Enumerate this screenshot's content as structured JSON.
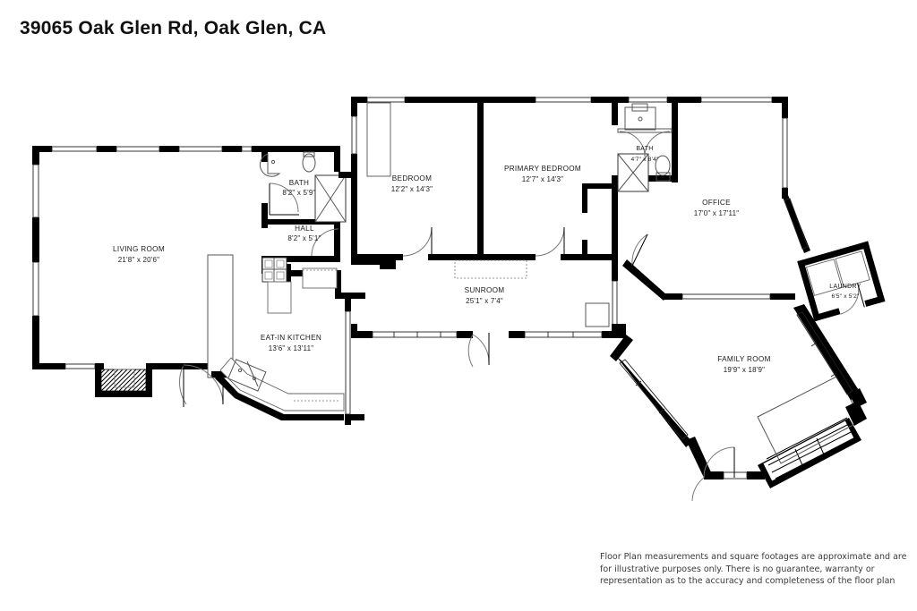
{
  "header": {
    "title": "39065 Oak Glen Rd, Oak Glen, CA"
  },
  "disclaimer": {
    "text": "Floor Plan measurements and square footages are approximate and are for illustrative purposes only. There is no guarantee, warranty or representation as to the accuracy and completeness of the floor plan"
  },
  "floor_plan": {
    "type": "residential-floor-plan",
    "units": "feet-inches",
    "wall_color": "#000000",
    "background_color": "#ffffff",
    "rooms": [
      {
        "id": "living-room",
        "label": "LIVING ROOM",
        "dimensions": "21'8\" x 20'6\""
      },
      {
        "id": "bath-hall",
        "label": "BATH",
        "dimensions": "8'2\" x 5'9\""
      },
      {
        "id": "hall",
        "label": "HALL",
        "dimensions": "8'2\" x 5'1\""
      },
      {
        "id": "bedroom",
        "label": "BEDROOM",
        "dimensions": "12'2\" x 14'3\""
      },
      {
        "id": "primary-bedroom",
        "label": "PRIMARY BEDROOM",
        "dimensions": "12'7\" x 14'3\""
      },
      {
        "id": "bath-primary",
        "label": "BATH",
        "dimensions": "4'7\" x 8'4\""
      },
      {
        "id": "office",
        "label": "OFFICE",
        "dimensions": "17'0\" x 17'11\""
      },
      {
        "id": "laundry",
        "label": "LAUNDRY",
        "dimensions": "6'5\" x 5'2\""
      },
      {
        "id": "eat-in-kitchen",
        "label": "EAT-IN KITCHEN",
        "dimensions": "13'6\" x 13'11\""
      },
      {
        "id": "sunroom",
        "label": "SUNROOM",
        "dimensions": "25'1\" x 7'4\""
      },
      {
        "id": "family-room",
        "label": "FAMILY ROOM",
        "dimensions": "19'9\" x 18'9\""
      }
    ]
  }
}
